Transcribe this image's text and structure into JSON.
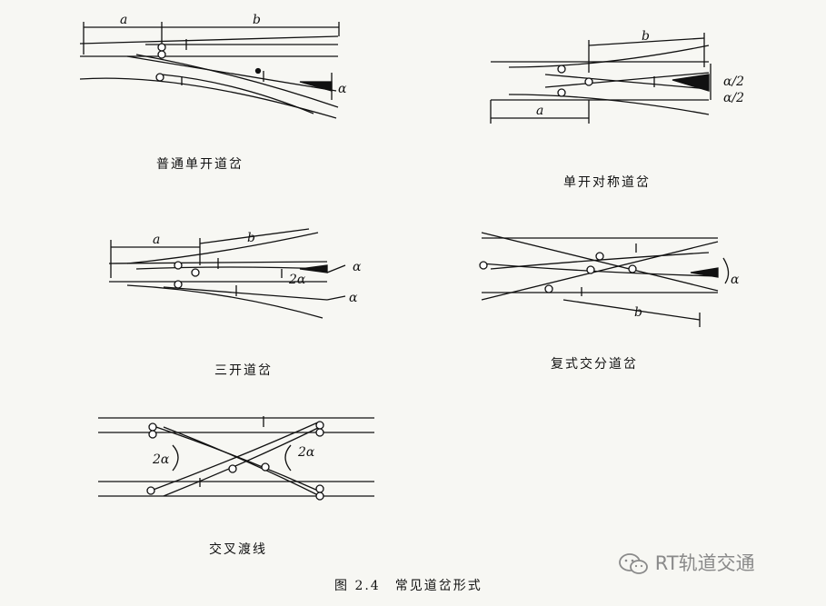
{
  "diagrams": {
    "simple": {
      "caption": "普通单开道岔",
      "label_a": "a",
      "label_b": "b",
      "label_alpha": "α"
    },
    "symmetric": {
      "caption": "单开对称道岔",
      "label_a": "a",
      "label_b": "b",
      "label_alpha_half_1": "α/2",
      "label_alpha_half_2": "α/2"
    },
    "three_way": {
      "caption": "三开道岔",
      "label_a": "a",
      "label_b": "b",
      "label_alpha_1": "α",
      "label_2alpha": "2α",
      "label_alpha_2": "α"
    },
    "double_slip": {
      "caption": "复式交分道岔",
      "label_b": "b",
      "label_alpha": "α"
    },
    "scissors": {
      "caption": "交叉渡线",
      "label_2alpha_left": "2α",
      "label_2alpha_right": "2α"
    }
  },
  "figure_caption": "图 2.4　常见道岔形式",
  "watermark": {
    "text": "RT轨道交通",
    "icon": "wechat-icon"
  }
}
